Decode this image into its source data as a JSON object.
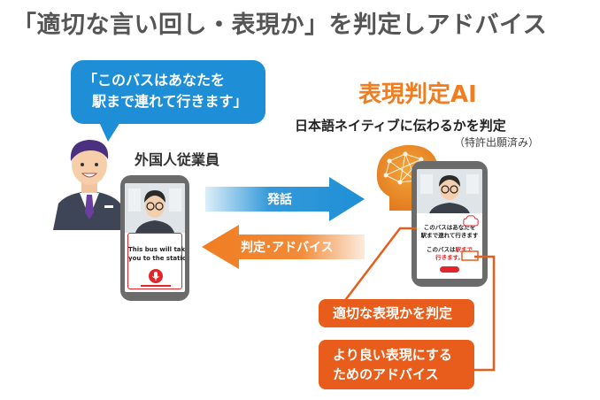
{
  "title": "「適切な言い回し・表現か」を判定しアドバイス",
  "speech_bubble": {
    "line1": "「このバスはあなたを",
    "line2": "駅まで連れて行きます」"
  },
  "worker_label": "外国人従業員",
  "ai": {
    "title": "表現判定AI",
    "subtitle": "日本語ネイティブに伝わるかを判定",
    "note": "（特許出願済み）"
  },
  "left_phone": {
    "translation_line1": "This bus will take",
    "translation_line2": "you to the station."
  },
  "right_phone": {
    "original_line1": "このバスはあなたを",
    "original_line2": "駅まで連れて行きます",
    "suggest_prefix": "このバスは",
    "suggest_highlight": "駅まで",
    "suggest_line2": "行きます。"
  },
  "arrows": {
    "speak_label": "発話",
    "advice_label": "判定･アドバイス"
  },
  "callouts": {
    "judge": "適切な表現かを判定",
    "advice_line1": "より良い表現にする",
    "advice_line2": "ためのアドバイス"
  },
  "colors": {
    "blue": "#1e8fd6",
    "orange": "#f07d22",
    "callout_orange": "#e85d1b",
    "mic_red": "#e0262b"
  }
}
